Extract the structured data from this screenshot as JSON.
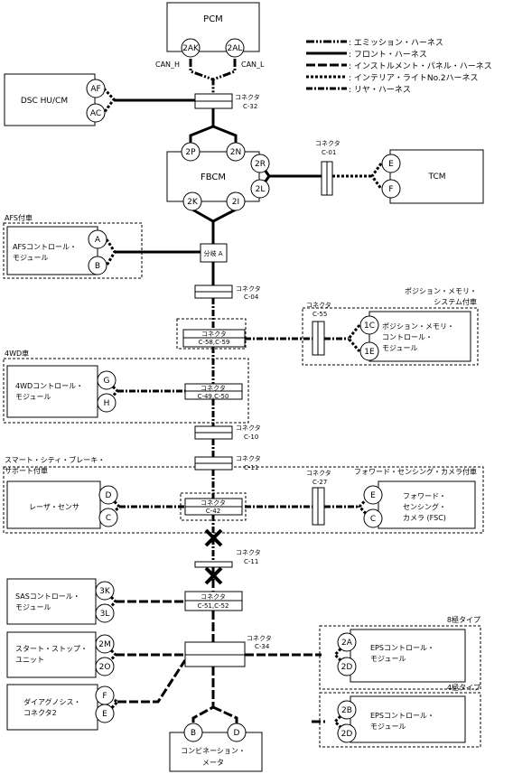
{
  "legend": [
    {
      "style": "emission",
      "label": ": エミッション・ハーネス"
    },
    {
      "style": "front",
      "label": ": フロント・ハーネス"
    },
    {
      "style": "instrument",
      "label": ": インストルメント・パネル・ハーネス"
    },
    {
      "style": "interior",
      "label": ": インテリア・ライトNo.2ハーネス"
    },
    {
      "style": "rear",
      "label": ": リヤ・ハーネス"
    }
  ],
  "modules": {
    "pcm": {
      "label": "PCM",
      "pins": [
        "2AK",
        "2AL"
      ],
      "signal_left": "CAN_H",
      "signal_right": "CAN_L"
    },
    "dsc": {
      "label": "DSC HU/CM",
      "pins": [
        "AF",
        "AC"
      ]
    },
    "fbcm": {
      "label": "FBCM",
      "pins": [
        "2P",
        "2N",
        "2R",
        "2L",
        "2K",
        "2I"
      ]
    },
    "tcm": {
      "label": "TCM",
      "pins": [
        "E",
        "F"
      ]
    },
    "afs": {
      "option": "AFS付車",
      "label": [
        "AFSコントロール・",
        "モジュール"
      ],
      "pins": [
        "A",
        "B"
      ]
    },
    "junction": {
      "label": "分岐 A"
    },
    "memory": {
      "option": [
        "ポジション・メモリ・",
        "システム付車"
      ],
      "label": [
        "ポジション・メモリ・",
        "コントロール・",
        "モジュール"
      ],
      "pins": [
        "1C",
        "1E"
      ]
    },
    "awd": {
      "option": "4WD車",
      "label": [
        "4WDコントロール・",
        "モジュール"
      ],
      "pins": [
        "G",
        "H"
      ]
    },
    "laser": {
      "option": [
        "スマート・シティ・ブレーキ・",
        "サポート付車"
      ],
      "label": "レーザ・センサ",
      "pins": [
        "D",
        "C"
      ]
    },
    "fsc": {
      "option": "フォワード・センシング・カメラ付車",
      "label": [
        "フォワード・",
        "センシング・",
        "カメラ (FSC)"
      ],
      "pins": [
        "E",
        "C"
      ]
    },
    "sas": {
      "label": [
        "SASコントロール・",
        "モジュール"
      ],
      "pins": [
        "3K",
        "3L"
      ]
    },
    "start_stop": {
      "label": [
        "スタート・ストップ・",
        "ユニット"
      ],
      "pins": [
        "2M",
        "2O"
      ]
    },
    "diag": {
      "label": [
        "ダイアグノシス・",
        "コネクタ2"
      ],
      "pins": [
        "F",
        "E"
      ]
    },
    "eps8": {
      "option": "8極タイプ",
      "label": [
        "EPSコントロール・",
        "モジュール"
      ],
      "pins": [
        "2A",
        "2D"
      ]
    },
    "eps4": {
      "option": "4極タイプ",
      "label": [
        "EPSコントロール・",
        "モジュール"
      ],
      "pins": [
        "2B",
        "2D"
      ]
    },
    "combi": {
      "label": [
        "コンビネーション・",
        "メータ"
      ],
      "pins": [
        "B",
        "D"
      ]
    }
  },
  "connectors": {
    "c32": {
      "title": "コネクタ",
      "id": "C-32"
    },
    "c01": {
      "title": "コネクタ",
      "id": "C-01"
    },
    "c04": {
      "title": "コネクタ",
      "id": "C-04"
    },
    "c55": {
      "title": "コネクタ",
      "id": "C-55"
    },
    "c58": {
      "title": "コネクタ",
      "id": "C-58,C-59"
    },
    "c49": {
      "title": "コネクタ",
      "id": "C-49,C-50"
    },
    "c10": {
      "title": "コネクタ",
      "id": "C-10"
    },
    "c11a": {
      "title": "コネクタ",
      "id": "C-11"
    },
    "c27": {
      "title": "コネクタ",
      "id": "C-27"
    },
    "c42": {
      "title": "コネクタ",
      "id": "C-42"
    },
    "c11b": {
      "title": "コネクタ",
      "id": "C-11"
    },
    "c51": {
      "title": "コネクタ",
      "id": "C-51,C-52"
    },
    "c34": {
      "title": "コネクタ",
      "id": "C-34"
    }
  }
}
